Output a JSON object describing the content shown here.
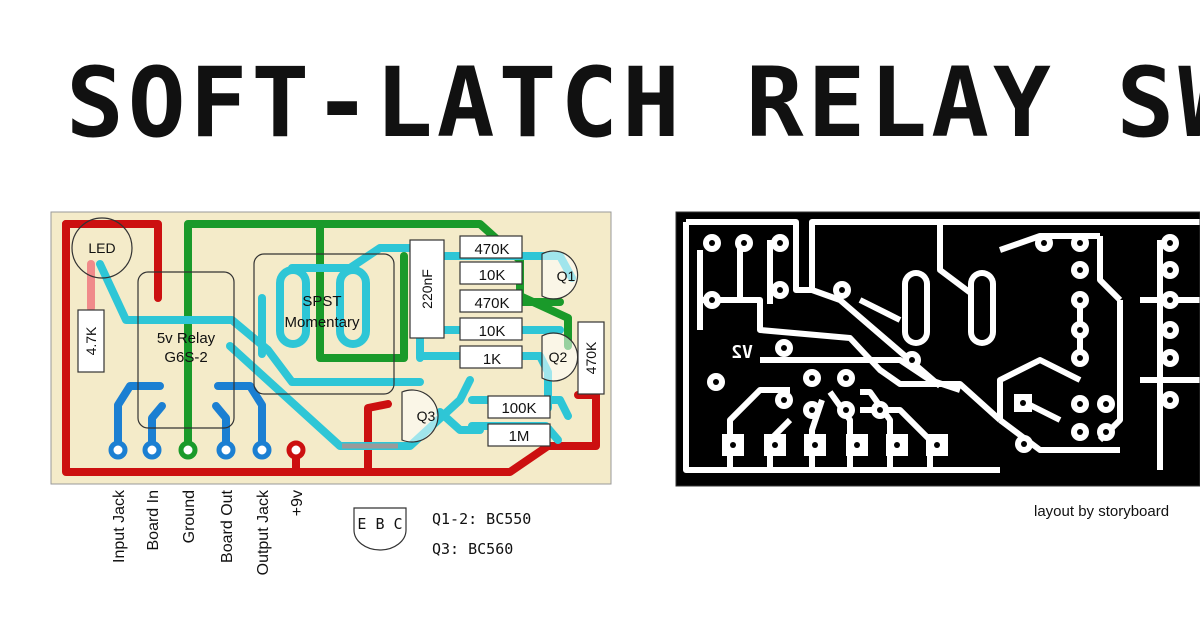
{
  "title": "SOFT-LATCH RELAY SWITCHING",
  "colors": {
    "board": "#f4ebc9",
    "red": "#cc1010",
    "green": "#1a9a2a",
    "cyan": "#2ec6d6",
    "blue": "#1b7fd2",
    "pink": "#f08a8a",
    "pcb_black": "#000000"
  },
  "layout_components": {
    "led": "LED",
    "r_47k": "4.7K",
    "relay_line1": "5v Relay",
    "relay_line2": "G6S-2",
    "switch_line1": "SPST",
    "switch_line2": "Momentary",
    "cap": "220nF",
    "r1": "470K",
    "r2": "10K",
    "r3": "470K",
    "r4": "10K",
    "r5": "1K",
    "r_470k_right": "470K",
    "r_100k": "100K",
    "r_1m": "1M",
    "q1": "Q1",
    "q2": "Q2",
    "q3": "Q3"
  },
  "terminals": [
    "Input Jack",
    "Board In",
    "Ground",
    "Board Out",
    "Output Jack",
    "+9v"
  ],
  "transistor_pinout": "E B C",
  "transistor_notes": [
    "Q1-2: BC550",
    "Q3: BC560"
  ],
  "pcb_mark": "V2",
  "credit": "layout by storyboard"
}
